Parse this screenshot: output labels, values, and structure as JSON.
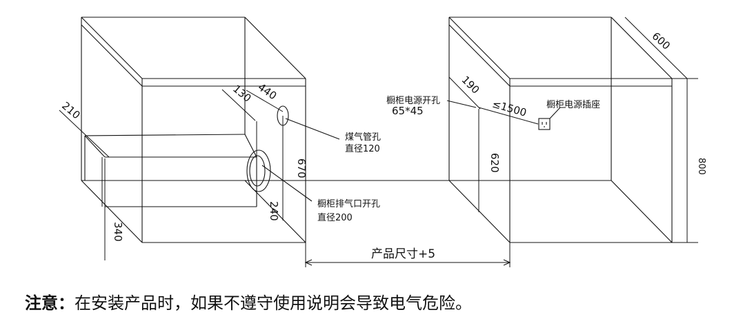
{
  "diagram": {
    "left_cabinet": {
      "dim_depth": "440",
      "dim_gas_offset": "130",
      "dim_side": "210",
      "dim_height_left": "340",
      "dim_height_mid": "240",
      "dim_height_gas": "670",
      "gas_hole_label_line1": "煤气管孔",
      "gas_hole_label_line2": "直径120",
      "exhaust_label_line1": "橱柜排气口开孔",
      "exhaust_label_line2": "直径200"
    },
    "right_cabinet": {
      "dim_depth": "600",
      "dim_height": "800",
      "dim_offset": "190",
      "dim_max_distance": "≤1500",
      "dim_height_inner": "620",
      "power_hole_label_line1": "橱柜电源开孔",
      "power_hole_label_line2": "65*45",
      "socket_label": "橱柜电源插座"
    },
    "product_size_label": "产品尺寸+5"
  },
  "notice": {
    "prefix": "注意：",
    "text": "在安装产品时，如果不遵守使用说明会导致电气危险。"
  }
}
